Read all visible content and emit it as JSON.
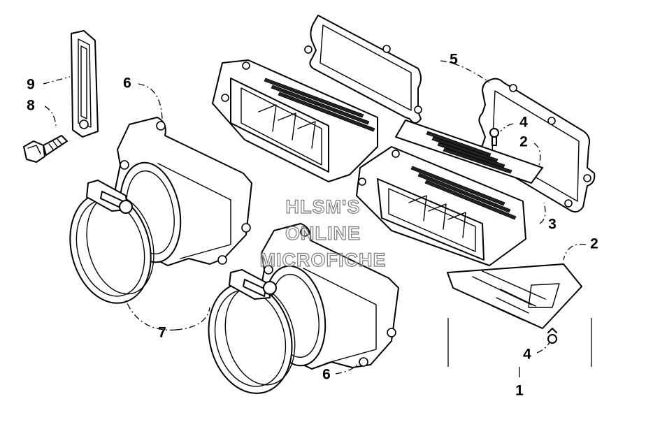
{
  "watermark": {
    "line1": "HLSM'S",
    "line2": "ONLINE",
    "line3": "MICROFICHE"
  },
  "callouts": {
    "c9": "9",
    "c8": "8",
    "c6_top": "6",
    "c5": "5",
    "c4_top": "4",
    "c2_top": "2",
    "c3": "3",
    "c2_right": "2",
    "c7": "7",
    "c6_bottom": "6",
    "c4_bottom": "4",
    "c1": "1"
  },
  "colors": {
    "line": "#000000",
    "background": "#ffffff",
    "watermark_outline": "#7a7a7a"
  }
}
